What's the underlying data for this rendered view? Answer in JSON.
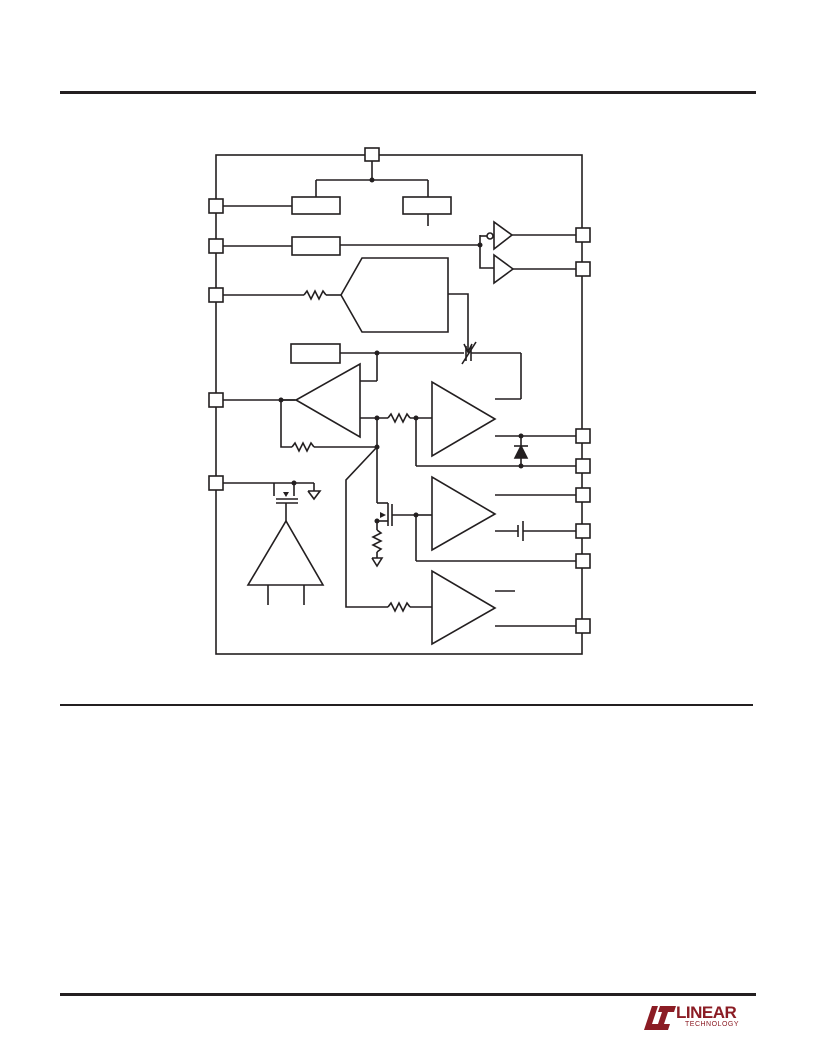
{
  "footer": {
    "logo_text": "LINEAR",
    "logo_subtext": "TECHNOLOGY",
    "logo_color": "#8b1c24"
  },
  "colors": {
    "ink": "#231f20",
    "paper": "#ffffff"
  },
  "diagram": {
    "type": "block-diagram",
    "labels": []
  }
}
